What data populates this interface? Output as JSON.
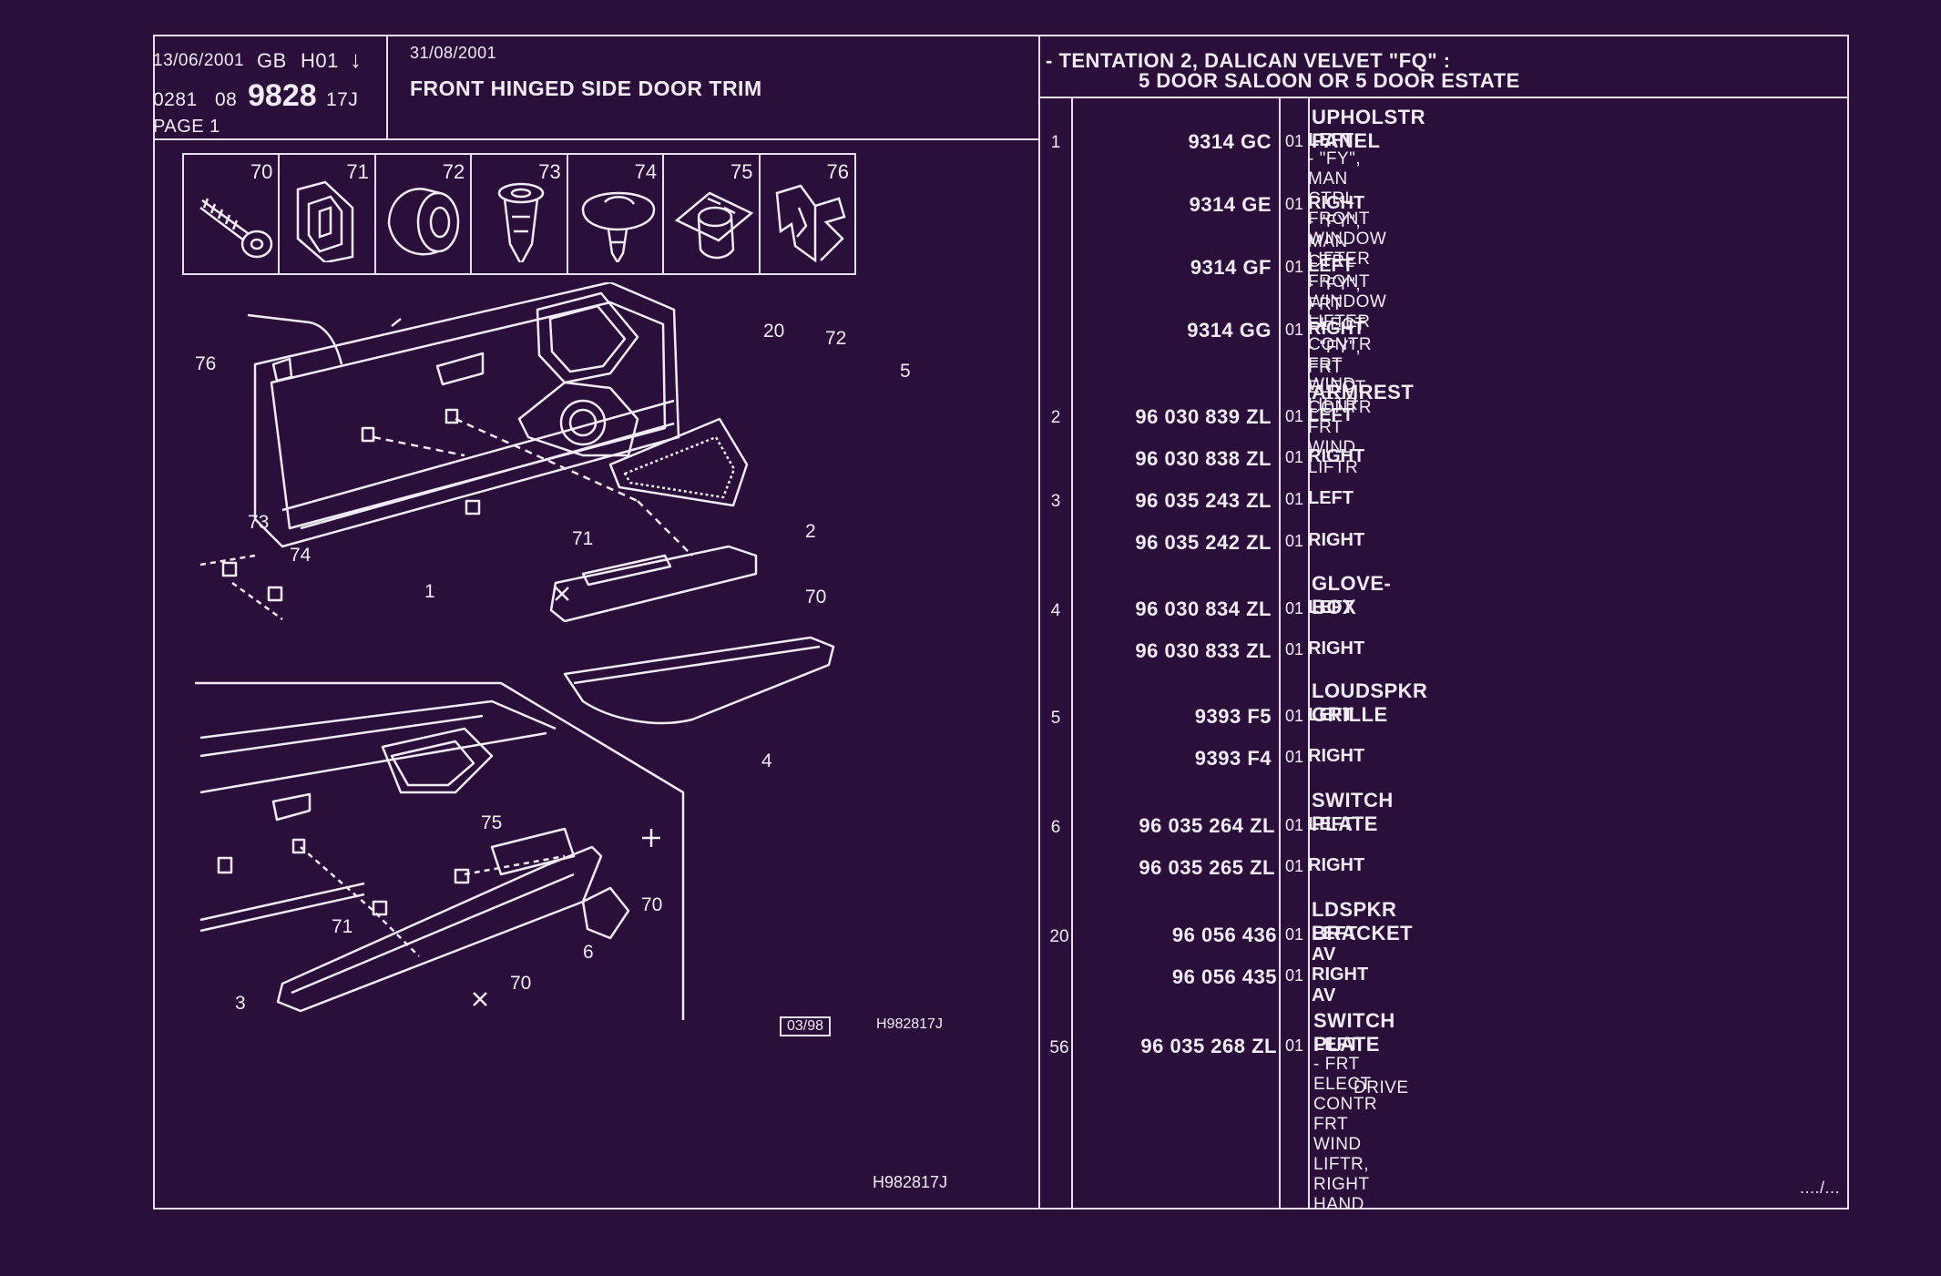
{
  "header": {
    "date_left": "13/06/2001",
    "country": "GB",
    "code": "H01",
    "arrow": "↓",
    "ref_prefix": "0281",
    "ref_group": "08",
    "ref_main": "9828",
    "ref_suffix": "17J",
    "page": "PAGE 1",
    "date_right": "31/08/2001",
    "title": "FRONT HINGED SIDE DOOR TRIM"
  },
  "spec": {
    "line1": "- TENTATION 2, DALICAN VELVET \"FQ\" :",
    "line2": "5 DOOR SALOON OR 5 DOOR ESTATE"
  },
  "icons": [
    {
      "num": "70",
      "icon": "screw-icon"
    },
    {
      "num": "71",
      "icon": "clip-icon"
    },
    {
      "num": "72",
      "icon": "grommet-icon"
    },
    {
      "num": "73",
      "icon": "plug-icon"
    },
    {
      "num": "74",
      "icon": "push-pin-icon"
    },
    {
      "num": "75",
      "icon": "cup-clip-icon"
    },
    {
      "num": "76",
      "icon": "spring-clip-icon"
    }
  ],
  "callouts": {
    "c76": "76",
    "c20": "20",
    "c72": "72",
    "c5": "5",
    "c73": "73",
    "c74": "74",
    "c71a": "71",
    "c2": "2",
    "c1": "1",
    "c70a": "70",
    "c4": "4",
    "c75": "75",
    "c70b": "70",
    "c71b": "71",
    "c6": "6",
    "c3": "3",
    "c70c": "70"
  },
  "diagram_footer": {
    "date_box": "03/98",
    "drawing_ref": "H982817J",
    "bottom_ref": "H982817J"
  },
  "groups": [
    {
      "label": "UPHOLSTR PANEL"
    },
    {
      "label": "ARMREST"
    },
    {
      "label": "GLOVE-BOX"
    },
    {
      "label": "LOUDSPKR GRILLE"
    },
    {
      "label": "SWITCH PLATE"
    },
    {
      "label": "LDSPKR BRACKET"
    },
    {
      "label": "SWITCH PLATE"
    }
  ],
  "rows": [
    {
      "idx": "1",
      "pn": "9314 GC",
      "qty": "01",
      "side": "LEFT",
      "desc": "-    \"FY\", MAN CTRL FRONT WINDOW LIFTER"
    },
    {
      "idx": "",
      "pn": "9314 GE",
      "qty": "01",
      "side": "RIGHT",
      "desc": "-    \"FY\", MAN CTRL FRONT WINDOW LIFTER"
    },
    {
      "idx": "",
      "pn": "9314 GF",
      "qty": "01",
      "side": "LEFT",
      "desc": "-    \"FY\", FRT ELECT CONTR FRT WIND LIFTR"
    },
    {
      "idx": "",
      "pn": "9314 GG",
      "qty": "01",
      "side": "RIGHT",
      "desc": "-    \"FY\", FRT ELECT CONTR FRT WIND LIFTR"
    },
    {
      "idx": "2",
      "pn": "96 030 839 ZL",
      "qty": "01",
      "side": "LEFT",
      "desc": ""
    },
    {
      "idx": "",
      "pn": "96 030 838 ZL",
      "qty": "01",
      "side": "RIGHT",
      "desc": ""
    },
    {
      "idx": "3",
      "pn": "96 035 243 ZL",
      "qty": "01",
      "side": "LEFT",
      "desc": ""
    },
    {
      "idx": "",
      "pn": "96 035 242 ZL",
      "qty": "01",
      "side": "RIGHT",
      "desc": ""
    },
    {
      "idx": "4",
      "pn": "96 030 834 ZL",
      "qty": "01",
      "side": "LEFT",
      "desc": ""
    },
    {
      "idx": "",
      "pn": "96 030 833 ZL",
      "qty": "01",
      "side": "RIGHT",
      "desc": ""
    },
    {
      "idx": "5",
      "pn": "9393 F5",
      "qty": "01",
      "side": "LEFT",
      "desc": ""
    },
    {
      "idx": "",
      "pn": "9393 F4",
      "qty": "01",
      "side": "RIGHT",
      "desc": ""
    },
    {
      "idx": "6",
      "pn": "96 035 264 ZL",
      "qty": "01",
      "side": "LEFT",
      "desc": ""
    },
    {
      "idx": "",
      "pn": "96 035 265 ZL",
      "qty": "01",
      "side": "RIGHT",
      "desc": ""
    },
    {
      "idx": "20",
      "pn": "96 056 436",
      "qty": "01",
      "side": "LEFT AV",
      "desc": ""
    },
    {
      "idx": "",
      "pn": "96 056 435",
      "qty": "01",
      "side": "RIGHT AV",
      "desc": ""
    },
    {
      "idx": "56",
      "pn": "96 035 268 ZL",
      "qty": "01",
      "side": "LEFT",
      "desc": "-     FRT ELECT CONTR FRT WIND LIFTR, RIGHT HAND"
    }
  ],
  "row56_desc_cont": "DRIVE",
  "continued": "..../..."
}
